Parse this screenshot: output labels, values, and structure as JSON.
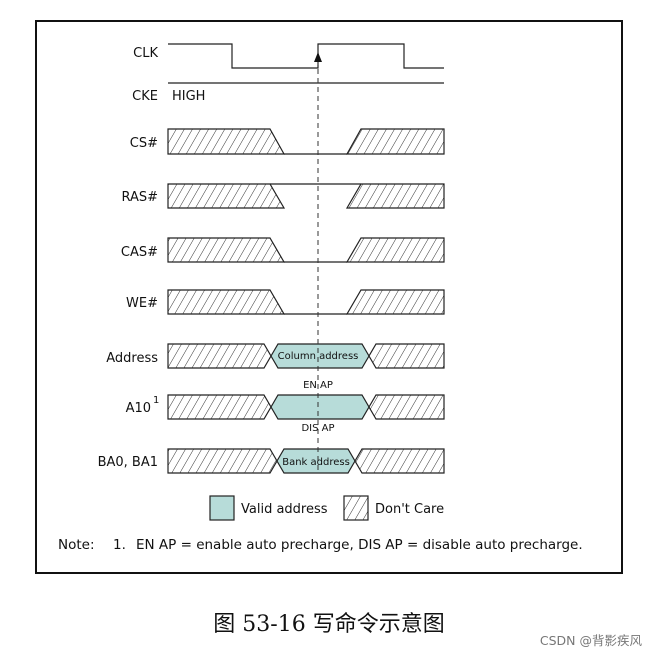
{
  "signals": {
    "clk": "CLK",
    "cke": "CKE",
    "cke_state": "HIGH",
    "cs": "CS#",
    "ras": "RAS#",
    "cas": "CAS#",
    "we": "WE#",
    "address": "Address",
    "a10": "A10",
    "a10_sup": "1",
    "ba": "BA0, BA1"
  },
  "bus_labels": {
    "column_address": "Column address",
    "bank_address": "Bank address",
    "en_ap": "EN AP",
    "dis_ap": "DIS AP"
  },
  "legend": {
    "valid": "Valid address",
    "dont_care": "Don't Care"
  },
  "note": {
    "prefix": "Note:",
    "number": "1.",
    "text": "EN AP = enable auto precharge, DIS AP = disable auto precharge."
  },
  "caption": "图 53-16   写命令示意图",
  "watermark": "CSDN @背影疾风",
  "colors": {
    "valid_fill": "#b7dcd9",
    "line": "#222222"
  }
}
